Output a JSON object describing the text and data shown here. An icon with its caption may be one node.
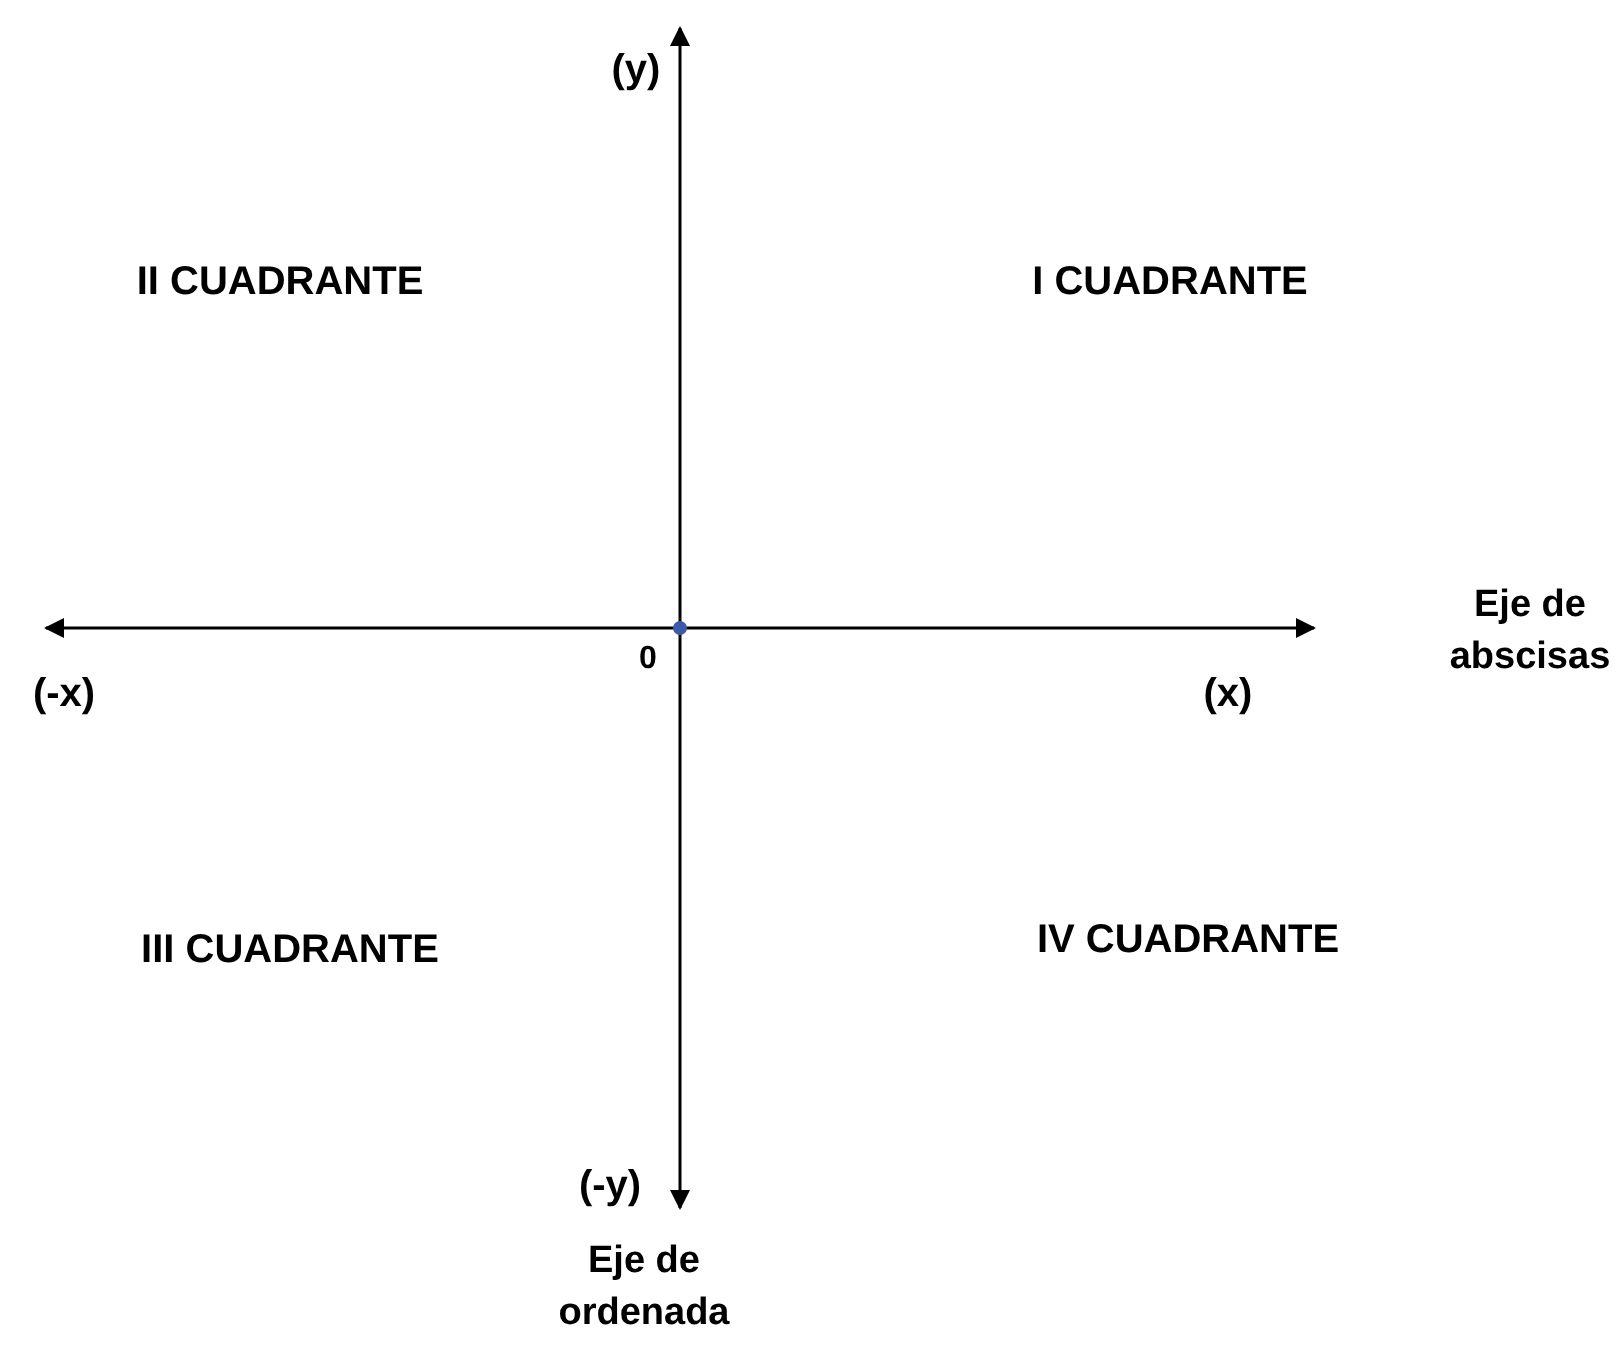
{
  "diagram": {
    "labels": [
      "(y)",
      "II CUADRANTE",
      "I CUADRANTE",
      "(-x)",
      "0",
      "(x)",
      "Eje de abscisas",
      "III CUADRANTE",
      "IV CUADRANTE",
      "(-y)",
      "Eje de ordenada"
    ]
  }
}
